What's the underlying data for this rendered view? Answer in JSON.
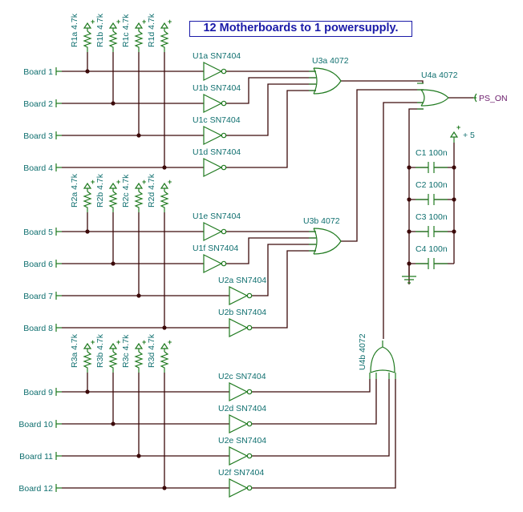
{
  "title": "12 Motherboards to 1 powersupply.",
  "colors": {
    "wire": "#3c0a0a",
    "symbol": "#1f7a1f",
    "label": "#0f6f6f",
    "net_label": "#6a1a6a",
    "title": "#1a1aa8"
  },
  "boards": [
    "Board 1",
    "Board 2",
    "Board 3",
    "Board 4",
    "Board 5",
    "Board 6",
    "Board 7",
    "Board 8",
    "Board 9",
    "Board 10",
    "Board 11",
    "Board 12"
  ],
  "resistors": [
    [
      "R1a 4.7k",
      "R1b 4.7k",
      "R1c 4.7k",
      "R1d 4.7k"
    ],
    [
      "R2a 4.7k",
      "R2b 4.7k",
      "R2c 4.7k",
      "R2d 4.7k"
    ],
    [
      "R3a 4.7k",
      "R3b 4.7k",
      "R3c 4.7k",
      "R3d 4.7k"
    ]
  ],
  "pullup_symbol": "+",
  "inverters": [
    "U1a SN7404",
    "U1b SN7404",
    "U1c SN7404",
    "U1d SN7404",
    "U1e SN7404",
    "U1f SN7404",
    "U2a SN7404",
    "U2b SN7404",
    "U2c SN7404",
    "U2d SN7404",
    "U2e SN7404",
    "U2f SN7404"
  ],
  "or_gates": {
    "u3a": "U3a 4072",
    "u3b": "U3b 4072",
    "u4a": "U4a 4072",
    "u4b": "U4b 4072"
  },
  "output_net": "PS_ON",
  "supply": {
    "symbol": "+",
    "label": "+ 5"
  },
  "capacitors": [
    "C1 100n",
    "C2 100n",
    "C3 100n",
    "C4 100n"
  ]
}
